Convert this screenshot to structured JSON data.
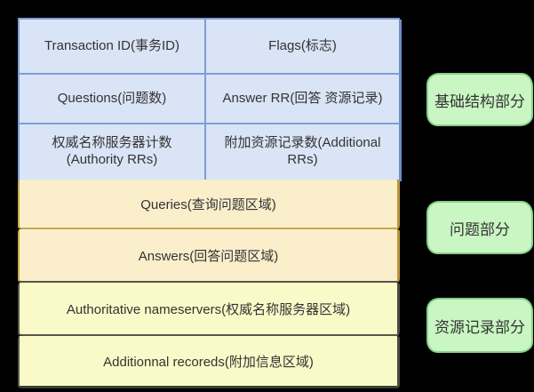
{
  "diagram": {
    "header_cells": [
      {
        "label": "Transaction ID(事务ID)"
      },
      {
        "label": "Flags(标志)"
      },
      {
        "label": "Questions(问题数)"
      },
      {
        "label": "Answer RR(回答 资源记录)"
      },
      {
        "label": "权威名称服务器计数\n(Authority RRs)"
      },
      {
        "label": "附加资源记录数(Additional\nRRs)"
      }
    ],
    "rows": [
      {
        "label": "Queries(查询问题区域)",
        "section": "query"
      },
      {
        "label": "Answers(回答问题区域)",
        "section": "query"
      },
      {
        "label": "Authoritative nameservers(权威名称服务器区域)",
        "section": "record"
      },
      {
        "label": "Additionnal recoreds(附加信息区域)",
        "section": "record"
      }
    ],
    "side_labels": [
      {
        "label": "基础结构部分"
      },
      {
        "label": "问题部分"
      },
      {
        "label": "资源记录部分"
      }
    ],
    "colors": {
      "background": "#000000",
      "header_fill": "#d9e4f6",
      "header_border": "#7d9ed6",
      "query_fill": "#faeecb",
      "query_border": "#c9a84c",
      "record_fill": "#fafac8",
      "record_border": "#57564b",
      "label_fill": "#c9f6c2",
      "label_border": "#8bcf8b",
      "text": "#333333"
    }
  }
}
